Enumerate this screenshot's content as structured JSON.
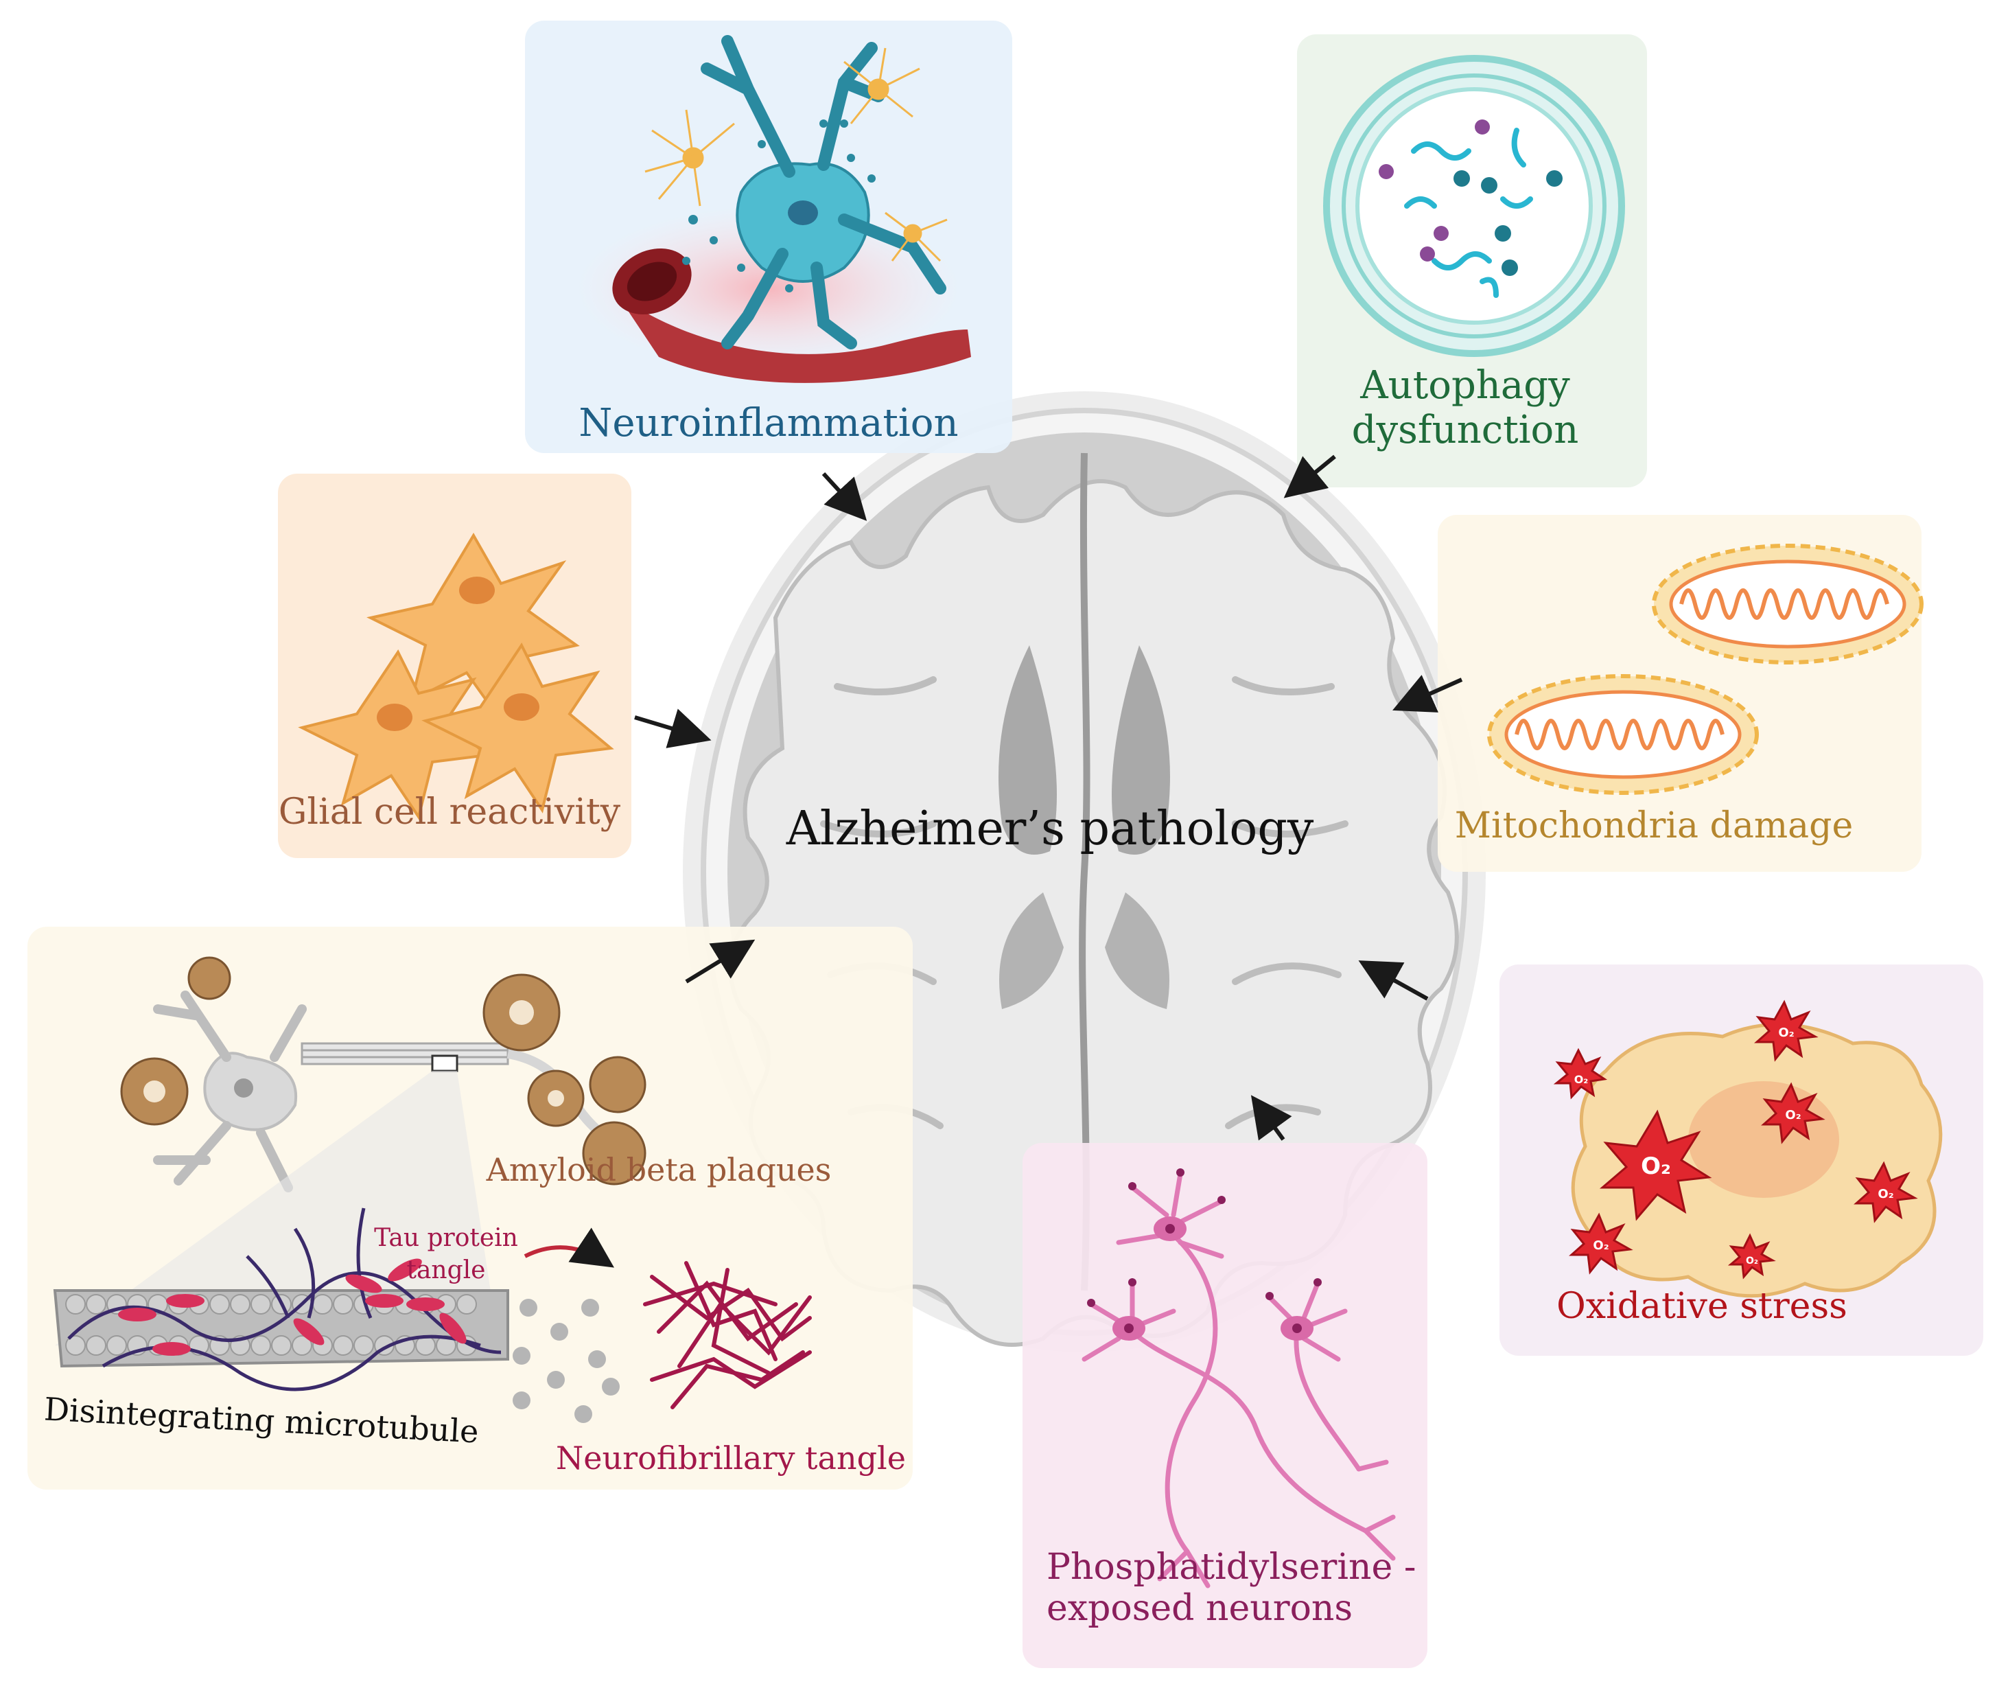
{
  "center": {
    "title": "Alzheimer’s pathology"
  },
  "panels": {
    "neuroinflammation": {
      "label": "Neuroinflammation",
      "color": "#1f5f86"
    },
    "autophagy": {
      "label_line1": "Autophagy",
      "label_line2": "dysfunction",
      "color": "#1f6b3a"
    },
    "glial": {
      "label": "Glial cell reactivity",
      "color": "#9a5a3a"
    },
    "mitochondria": {
      "label": "Mitochondria damage",
      "color": "#b5862e"
    },
    "amyloid": {
      "plaques_label": "Amyloid beta plaques",
      "tau_line1": "Tau protein",
      "tau_line2": "tangle",
      "microtubule_label": "Disintegrating microtubule",
      "nft_label": "Neurofibrillary tangle",
      "plaques_color": "#9a5a3a",
      "tangle_color": "#a3174a"
    },
    "oxidative": {
      "label": "Oxidative stress",
      "badge": "O₂",
      "color": "#b3141b"
    },
    "phosphatidylserine": {
      "label_line1": "Phosphatidylserine -",
      "label_line2": "exposed neurons",
      "color": "#8a1f5c"
    }
  }
}
